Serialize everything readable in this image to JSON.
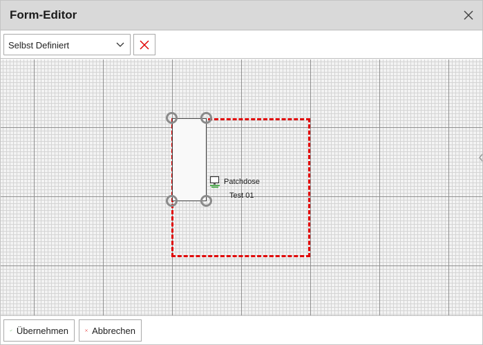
{
  "window": {
    "title": "Form-Editor"
  },
  "toolbar": {
    "shape_select": {
      "value": "Selbst Definiert"
    }
  },
  "canvas": {
    "element": {
      "name": "Patchdose",
      "subtitle": "Test 01"
    }
  },
  "footer": {
    "apply_label": "Übernehmen",
    "cancel_label": "Abbrechen"
  },
  "icons": {
    "close": "close-icon",
    "chevron": "chevron-down-icon",
    "delete": "delete-x-icon",
    "check": "check-icon",
    "cancel": "cancel-x-icon",
    "element": "network-outlet-icon"
  },
  "colors": {
    "accent_red": "#e00000",
    "accent_green": "#2e9e2e",
    "titlebar_bg": "#d9d9d9"
  }
}
